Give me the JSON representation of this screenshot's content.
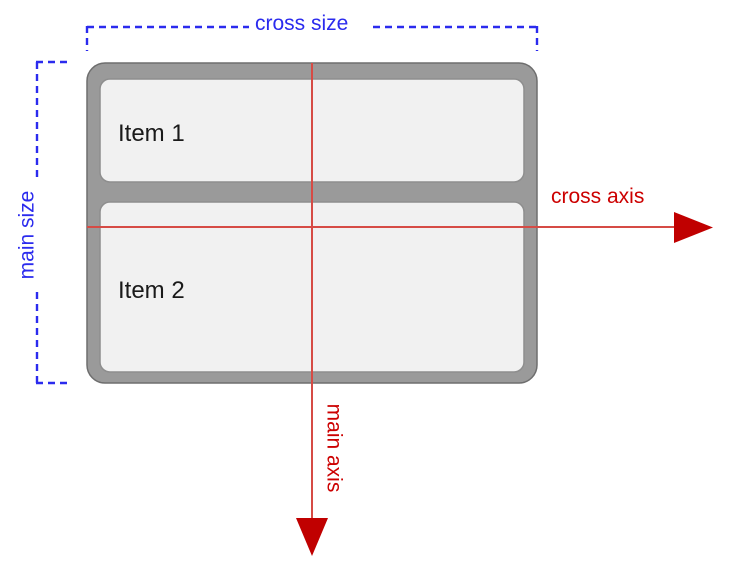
{
  "diagram": {
    "title": "flexbox column axes diagram",
    "colors": {
      "annotation_blue": "#2b2bee",
      "axis_red": "#cc0000",
      "axis_line_red": "#d64b45",
      "container_border_gray": "#9a9a9a",
      "item_fill": "#f1f1f1",
      "item_border": "#9a9a9a",
      "text_black": "#1a1a1a",
      "background": "#ffffff"
    },
    "annotations": {
      "cross_size": "cross size",
      "main_size": "main size",
      "cross_axis": "cross axis",
      "main_axis": "main axis"
    },
    "container": {
      "items": [
        {
          "label": "Item 1"
        },
        {
          "label": "Item 2"
        }
      ]
    }
  }
}
